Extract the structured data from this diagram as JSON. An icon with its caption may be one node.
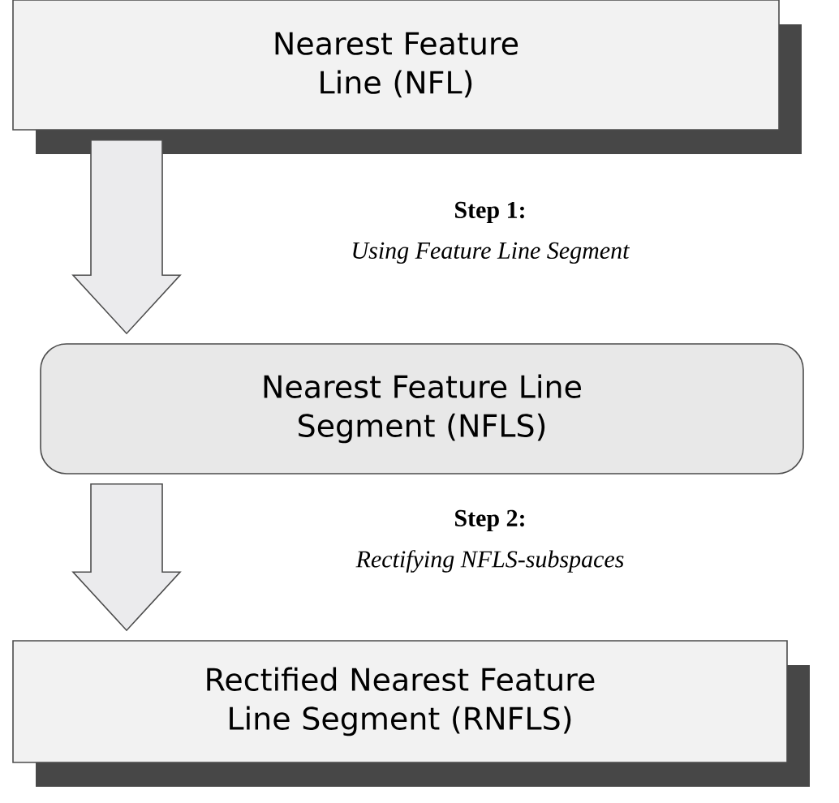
{
  "diagram": {
    "nodes": [
      {
        "text": [
          "Nearest Feature Line (NFL)"
        ]
      },
      {
        "text": [
          "Nearest Feature Line Segment (NFLS)"
        ]
      },
      {
        "text": [
          "Rectified Nearest Feature Line Segment (RNFLS)"
        ]
      }
    ],
    "edges": [
      {
        "from": 0,
        "to": 1,
        "arrow": "to"
      },
      {
        "from": 1,
        "to": 2,
        "arrow": "to"
      }
    ],
    "labels": [
      "Step 1:",
      "Using Feature Line Segment",
      "Step 2:",
      "Rectifying NFLS-subspaces"
    ]
  }
}
